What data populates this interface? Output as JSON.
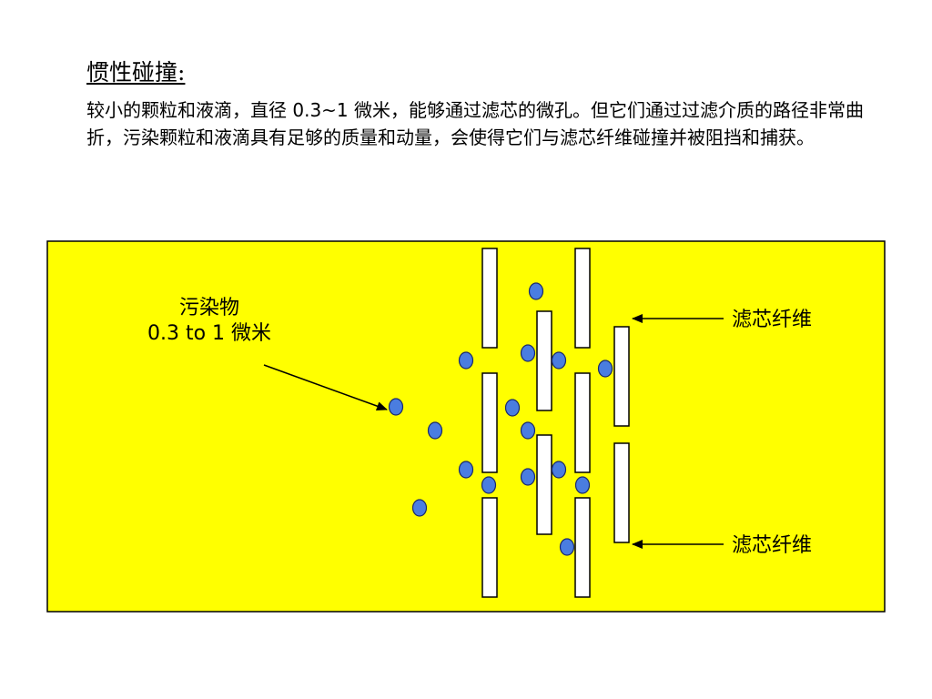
{
  "heading": "惯性碰撞:",
  "paragraph": "较小的颗粒和液滴，直径 0.3~1 微米，能够通过滤芯的微孔。但它们通过过滤介质的路径非常曲折，污染颗粒和液滴具有足够的质量和动量，会使得它们与滤芯纤维碰撞并被阻挡和捕获。",
  "diagram": {
    "background_color": "#ffff00",
    "fiber_color": "#ffffff",
    "particle_color": "#4a7de0",
    "contaminant_label_line1": "污染物",
    "contaminant_label_line2": "0.3 to 1 微米",
    "fiber_label_top": "滤芯纤维",
    "fiber_label_bottom": "滤芯纤维"
  }
}
